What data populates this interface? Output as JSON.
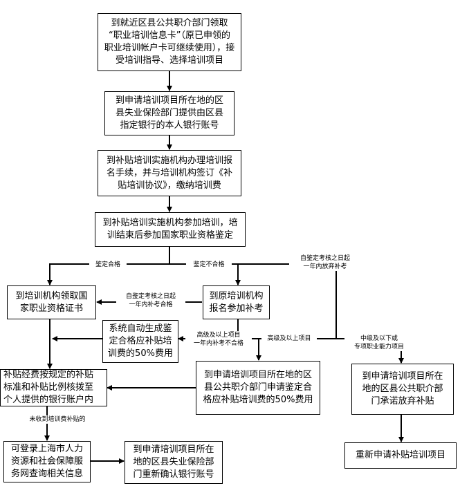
{
  "boxes": {
    "b1": "到就近区县公共职介部门领取\n“职业培训信息卡”（原已申领的\n职业培训帐户卡可继续使用），接\n受培训指导、选择培训项目",
    "b2": "到申请培训项目所在地的区\n县失业保险部门提供由区县\n指定银行的本人银行账号",
    "b3": "到补贴培训实施机构办理培训报\n名手续，并与培训机构签订《补\n贴培训协议》，缴纳培训费",
    "b4": "到补贴培训实施机构参加培训，培\n训结束后参加国家职业资格鉴定",
    "b5": "到培训机构领取国\n家职业资格证书",
    "b6": "到原培训机构\n报名参加补考",
    "b7": "系统自动生成鉴\n定合格应补贴培\n训费的50%费用",
    "b8": "补贴经费按规定的补贴\n标准和补贴比例核拨至\n个人提供的银行账户内",
    "b9": "到申请培训项目所在地的区\n县公共职介部门申请鉴定合\n格应补贴培训费的50%费用",
    "b10": "到申请培训项目所在\n地的区县公共职介部\n门承诺放弃补贴",
    "b11": "重新申请补贴培训项目",
    "b12": "可登录上海市人力\n资源和社会保障服\n务网查询相关信息",
    "b13": "到申请培训项目所在\n地的区县失业保险部\n门重新确认银行账号"
  },
  "labels": {
    "l1": "鉴定合格",
    "l2": "鉴定不合格",
    "l3": "自鉴定考核之日起\n一年内放弃补考",
    "l4": "自鉴定考核之日起\n一年内补考合格",
    "l5": "高级及以上项目\n一年内补考不合格",
    "l6": "高级及以上项目",
    "l7": "中级及以下或\n专项职业能力项目",
    "l8": "未收到培训费补贴的"
  }
}
